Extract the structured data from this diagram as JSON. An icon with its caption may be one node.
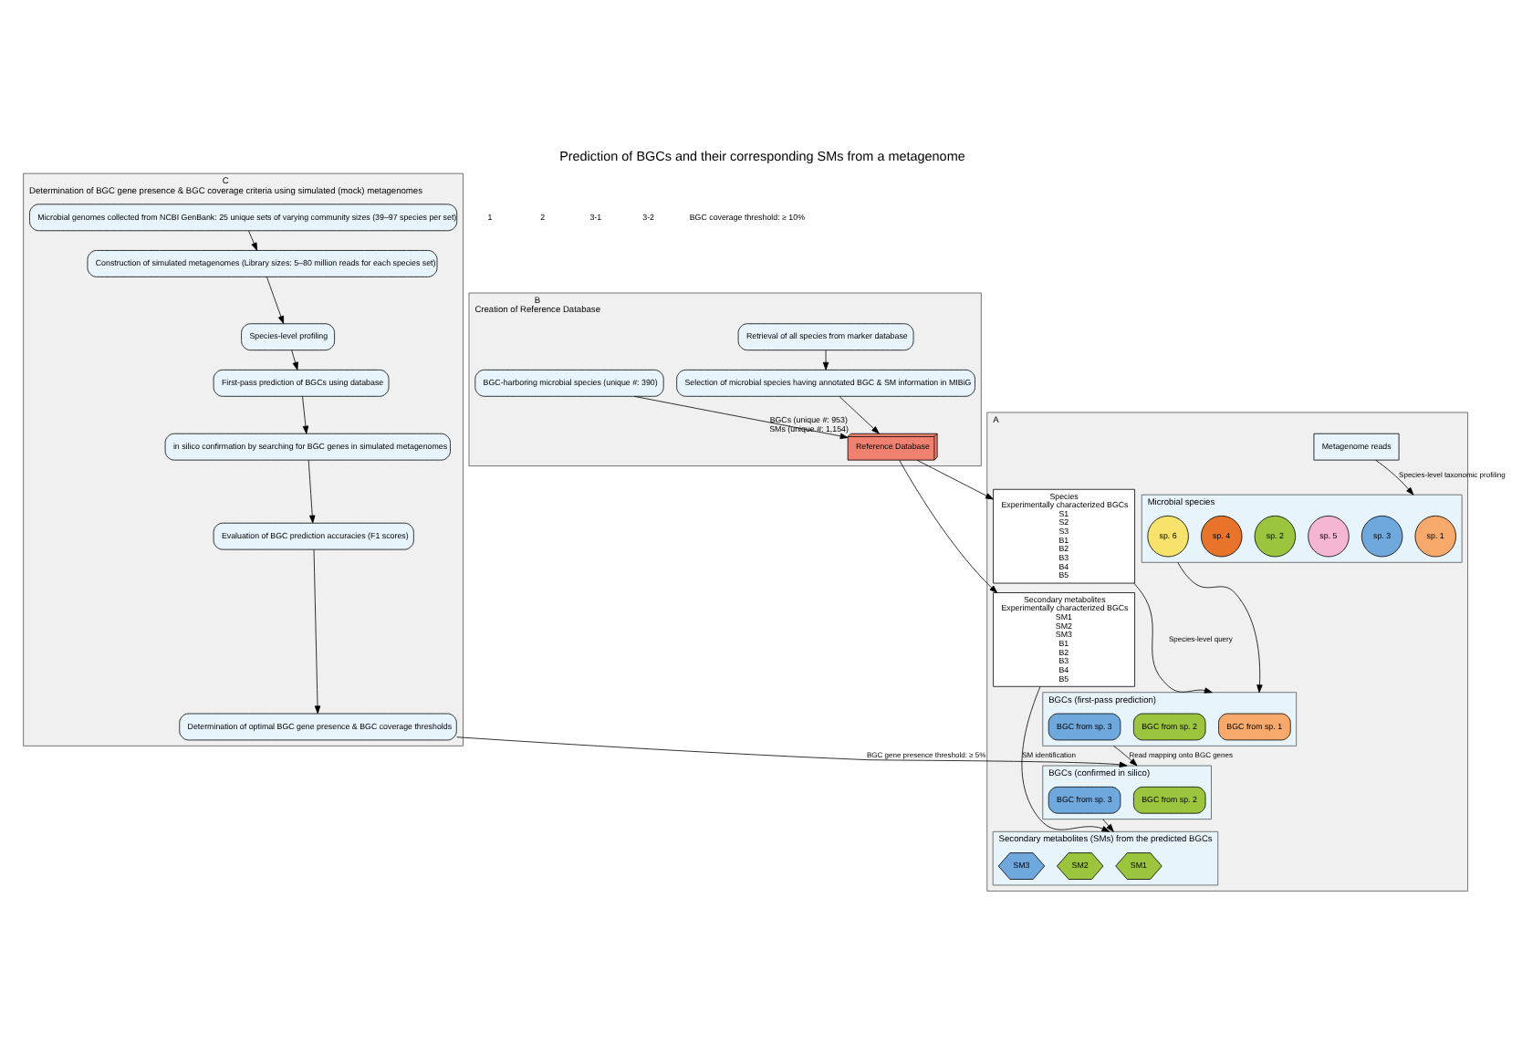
{
  "diagram": {
    "title": "Prediction of BGCs and their corresponding SMs from a metagenome",
    "nodes": [
      {
        "text": [
          "A"
        ]
      },
      {
        "text": [
          "Metagenome reads"
        ],
        "in": 0
      },
      {
        "text": [
          "Microbial species"
        ],
        "in": 0
      },
      {
        "text": [
          "sp. 1"
        ],
        "in": 2
      },
      {
        "text": [
          "sp. 3"
        ],
        "in": 2
      },
      {
        "text": [
          "sp. 5"
        ],
        "in": 2
      },
      {
        "text": [
          "sp. 2"
        ],
        "in": 2
      },
      {
        "text": [
          "sp. 4"
        ],
        "in": 2
      },
      {
        "text": [
          "sp. 6"
        ],
        "in": 2
      },
      {
        "text": [
          "Species",
          "Experimentally characterized BGCs",
          "S1",
          "S2",
          "S3",
          "B1",
          "B2",
          "B3",
          "B4",
          "B5"
        ],
        "in": 0
      },
      {
        "text": [
          "BGCs (first-pass prediction)"
        ],
        "in": 0
      },
      {
        "text": [
          "BGC from sp. 1"
        ],
        "in": 10
      },
      {
        "text": [
          "BGC from sp. 2"
        ],
        "in": 10
      },
      {
        "text": [
          "BGC from sp. 3"
        ],
        "in": 10
      },
      {
        "text": [
          "BGCs (confirmed in silico)"
        ],
        "in": 0
      },
      {
        "text": [
          "BGC from sp. 2"
        ],
        "in": 14
      },
      {
        "text": [
          "BGC from sp. 3"
        ],
        "in": 14
      },
      {
        "text": [
          "Secondary metabolites",
          "Experimentally characterized BGCs",
          "SM1",
          "SM2",
          "SM3",
          "B1",
          "B2",
          "B3",
          "B4",
          "B5"
        ],
        "in": 0
      },
      {
        "text": [
          "Secondary metabolites (SMs) from the predicted BGCs"
        ],
        "in": 0
      },
      {
        "text": [
          "SM1"
        ],
        "in": 18
      },
      {
        "text": [
          "SM2"
        ],
        "in": 18
      },
      {
        "text": [
          "SM3"
        ],
        "in": 18
      },
      {
        "text": [
          "B",
          "Creation of Reference Database"
        ]
      },
      {
        "text": [
          "Retrieval of all species from marker database"
        ],
        "in": 22
      },
      {
        "text": [
          "Selection of microbial species having annotated BGC & SM information in MIBiG"
        ],
        "in": 22
      },
      {
        "text": [
          "BGC-harboring microbial species (unique #: 390)"
        ],
        "in": 22
      },
      {
        "text": [
          "Reference Database"
        ],
        "beside": [
          "BGCs (unique #: 953)",
          "SMs (unique #: 1,154)"
        ],
        "in": 22
      },
      {
        "text": [
          "C",
          "Determination of BGC gene presence & BGC coverage criteria using simulated (mock) metagenomes"
        ]
      },
      {
        "text": [
          "Microbial genomes collected from NCBI GenBank: 25 unique sets of varying community sizes (39–97 species per set)"
        ],
        "in": 27
      },
      {
        "text": [
          "Construction of simulated metagenomes (Library sizes: 5–80 million reads for each species set)"
        ],
        "in": 27
      },
      {
        "text": [
          "Species-level profiling"
        ],
        "in": 27
      },
      {
        "text": [
          "First-pass prediction of BGCs using database"
        ],
        "in": 27
      },
      {
        "text": [
          "in silico confirmation by searching for BGC genes in simulated metagenomes"
        ],
        "in": 27
      },
      {
        "text": [
          "Evaluation of BGC prediction accuracies (F1 scores)"
        ],
        "in": 27
      },
      {
        "text": [
          "Determination of optimal BGC gene presence & BGC coverage thresholds"
        ],
        "in": 27
      }
    ],
    "edges": [
      {
        "from": 1,
        "to": 2,
        "arrow": "to",
        "label": "Species-level taxonomic profiling"
      },
      {
        "from": 2,
        "to": 10,
        "arrow": "to"
      },
      {
        "from": 9,
        "to": 10,
        "arrow": "to",
        "label": "Species-level query"
      },
      {
        "from": 10,
        "to": 14,
        "arrow": "to",
        "label": "Read mapping onto BGC genes"
      },
      {
        "from": 34,
        "to": 14,
        "arrow": "to",
        "label": "BGC gene presence threshold: ≥ 5%"
      },
      {
        "from": 14,
        "to": 18,
        "arrow": "to"
      },
      {
        "from": 17,
        "to": 18,
        "arrow": "to",
        "label": "SM identification"
      },
      {
        "from": 23,
        "to": 24,
        "arrow": "to"
      },
      {
        "from": 24,
        "to": 26,
        "arrow": "to"
      },
      {
        "from": 25,
        "to": 26,
        "arrow": "to"
      },
      {
        "from": 26,
        "to": 9,
        "arrow": "to"
      },
      {
        "from": 26,
        "to": 17,
        "arrow": "to"
      },
      {
        "from": 28,
        "to": 29,
        "arrow": "to"
      },
      {
        "from": 29,
        "to": 30,
        "arrow": "to"
      },
      {
        "from": 30,
        "to": 31,
        "arrow": "to"
      },
      {
        "from": 31,
        "to": 32,
        "arrow": "to"
      },
      {
        "from": 32,
        "to": 33,
        "arrow": "to"
      },
      {
        "from": 33,
        "to": 34,
        "arrow": "to"
      }
    ],
    "labels": [
      "1",
      "2",
      "3-1",
      "3-2",
      "BGC coverage threshold: ≥ 10%"
    ]
  }
}
